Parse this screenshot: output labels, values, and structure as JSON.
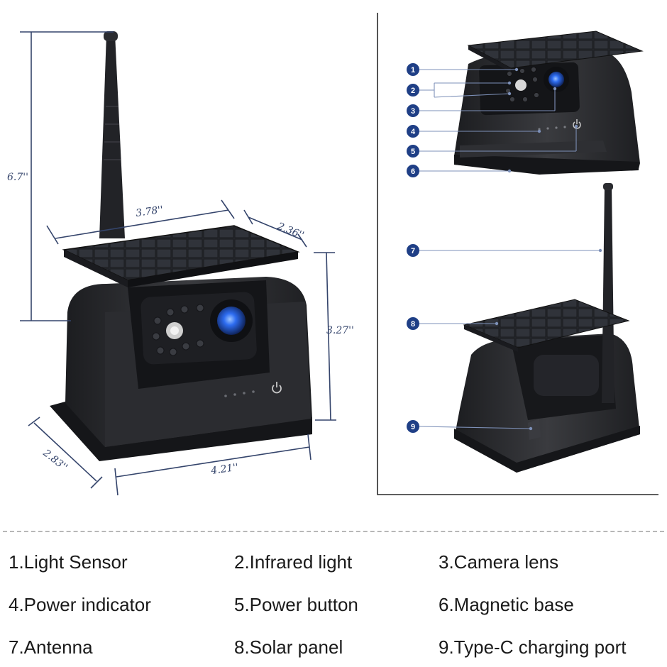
{
  "dimensions": {
    "height_total": "6.7''",
    "width_top": "3.78''",
    "depth_top": "2.36''",
    "height_body": "3.27''",
    "depth_base": "2.83''",
    "width_base": "4.21''"
  },
  "callouts": [
    "1",
    "2",
    "3",
    "4",
    "5",
    "6",
    "7",
    "8",
    "9"
  ],
  "legend": [
    "1.Light Sensor",
    "2.Infrared light",
    "3.Camera lens",
    "4.Power indicator",
    "5.Power button",
    "6.Magnetic base",
    "7.Antenna",
    "8.Solar panel",
    "9.Type-C charging port"
  ],
  "colors": {
    "callout_fill": "#1f3f86",
    "dimension_line": "#34446b",
    "device_body": "#2a2b2e",
    "lens_blue": "#2d6cf0"
  }
}
